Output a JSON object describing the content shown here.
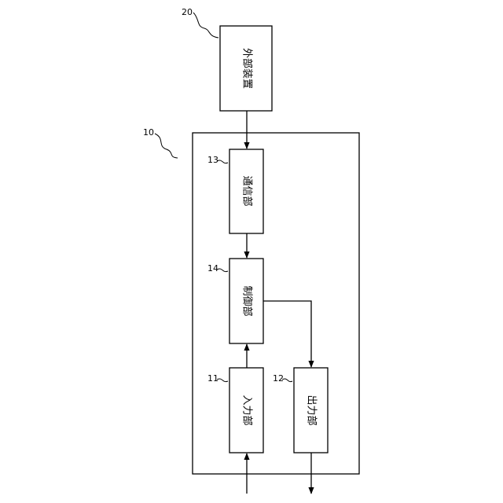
{
  "refs": {
    "device": "10",
    "external": "20",
    "input": "11",
    "output": "12",
    "comm": "13",
    "control": "14"
  },
  "blocks": {
    "external": "外部装置",
    "comm": "通信部",
    "control": "制御部",
    "input": "入力部",
    "output": "出力部"
  }
}
